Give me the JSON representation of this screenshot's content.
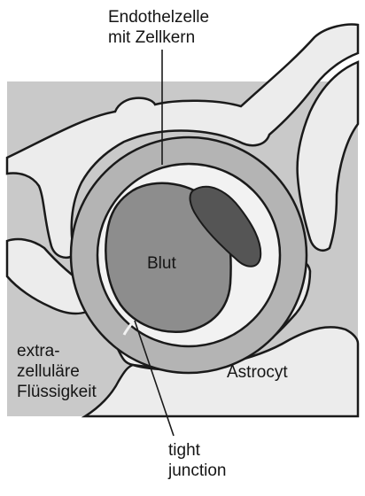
{
  "colors": {
    "extracellular": "#c9c9c9",
    "astrocyte": "#ececec",
    "endothelium": "#b4b4b4",
    "blood": "#8d8d8d",
    "nucleus": "#555555",
    "outline": "#1a1a1a"
  },
  "labels": {
    "endothelial_cell": [
      "Endothelzelle",
      "mit Zellkern"
    ],
    "blood": "Blut",
    "extracellular_fluid": [
      "extra-",
      "zelluläre",
      "Flüssigkeit"
    ],
    "astrocyte": "Astrocyt",
    "tight_junction": [
      "tight",
      "junction"
    ]
  }
}
